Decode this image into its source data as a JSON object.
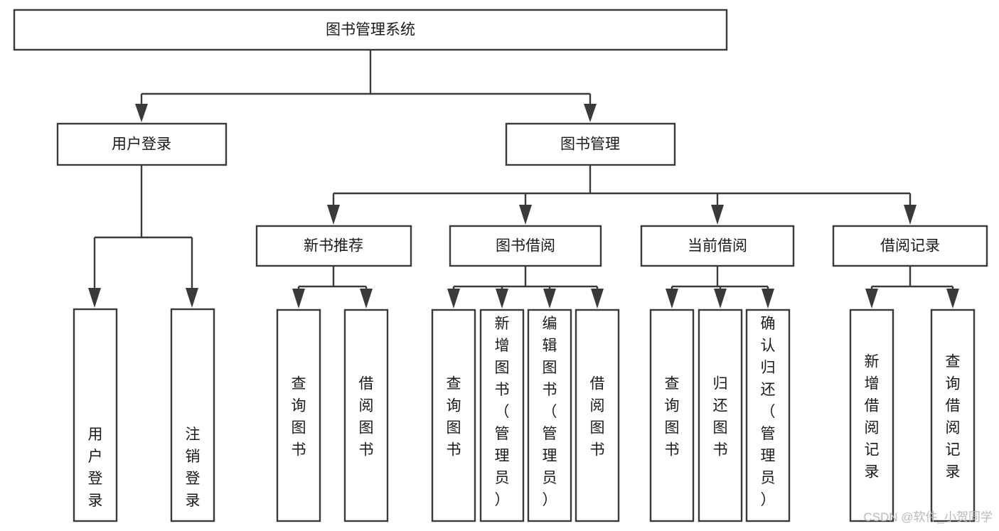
{
  "diagram": {
    "type": "tree",
    "title": "图书管理系统",
    "orientation": "top-down",
    "levels": 4,
    "colors": {
      "box_stroke": "#3a3a3a",
      "box_fill": "#ffffff",
      "connector": "#3a3a3a",
      "text": "#1a1a1a",
      "watermark": "#b9b9b9",
      "background": "#ffffff"
    },
    "root": {
      "label": "图书管理系统"
    },
    "level2": [
      {
        "label": "用户登录"
      },
      {
        "label": "图书管理"
      }
    ],
    "level3": [
      {
        "label": "新书推荐"
      },
      {
        "label": "图书借阅"
      },
      {
        "label": "当前借阅"
      },
      {
        "label": "借阅记录"
      }
    ],
    "leaves": {
      "user_login": [
        {
          "label": "用户登录"
        },
        {
          "label": "注销登录"
        }
      ],
      "new_book_recommend": [
        {
          "label": "查询图书"
        },
        {
          "label": "借阅图书"
        }
      ],
      "book_borrow": [
        {
          "label": "查询图书"
        },
        {
          "label": "新增图书（管理员）"
        },
        {
          "label": "编辑图书（管理员）"
        },
        {
          "label": "借阅图书"
        }
      ],
      "current_borrow": [
        {
          "label": "查询图书"
        },
        {
          "label": "归还图书"
        },
        {
          "label": "确认归还（管理员）"
        }
      ],
      "borrow_record": [
        {
          "label": "新增借阅记录"
        },
        {
          "label": "查询借阅记录"
        }
      ]
    }
  },
  "watermark": {
    "text": "CSDN @软件_小贺同学"
  }
}
